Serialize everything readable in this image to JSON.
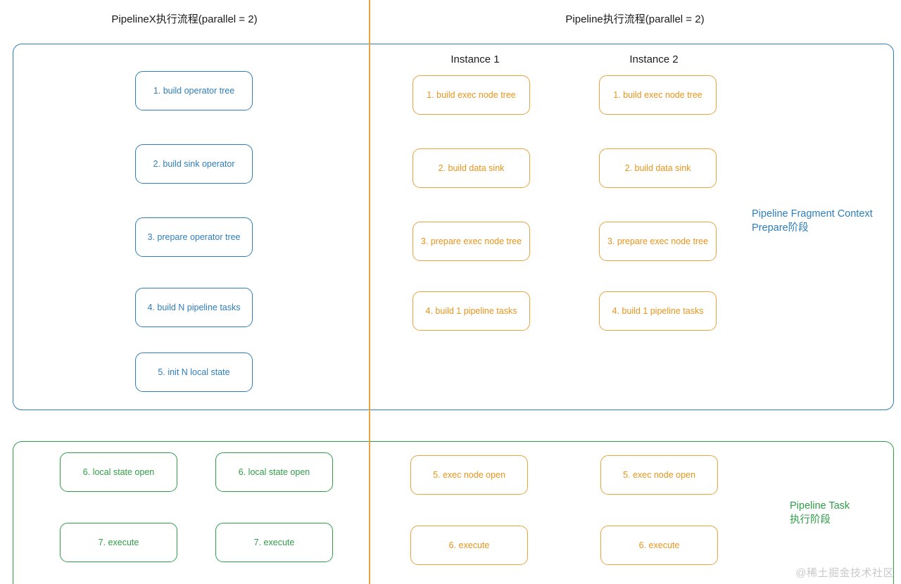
{
  "flows": {
    "left_title": "PipelineX执行流程(parallel = 2)",
    "right_title": "Pipeline执行流程(parallel = 2)"
  },
  "instances": [
    {
      "label": "Instance 1"
    },
    {
      "label": "Instance 2"
    }
  ],
  "prepare_phase": {
    "annotation_line1": "Pipeline Fragment Context",
    "annotation_line2": "Prepare阶段",
    "color": "#2E7EBB",
    "pipelinex_nodes": [
      {
        "label": "1. build operator tree"
      },
      {
        "label": "2. build sink operator"
      },
      {
        "label": "3. prepare operator tree"
      },
      {
        "label": "4. build N pipeline tasks"
      },
      {
        "label": "5. init N local state"
      }
    ],
    "instance1_nodes": [
      {
        "label": "1. build exec node tree"
      },
      {
        "label": "2. build data sink"
      },
      {
        "label": "3. prepare exec node tree"
      },
      {
        "label": "4. build 1 pipeline tasks"
      }
    ],
    "instance2_nodes": [
      {
        "label": "1. build exec node tree"
      },
      {
        "label": "2. build data sink"
      },
      {
        "label": "3. prepare exec node tree"
      },
      {
        "label": "4. build 1 pipeline tasks"
      }
    ]
  },
  "task_phase": {
    "annotation_line1": "Pipeline Task",
    "annotation_line2": "执行阶段",
    "color": "#2E9E46",
    "pipelinex_col1_nodes": [
      {
        "label": "6. local state open"
      },
      {
        "label": "7. execute"
      }
    ],
    "pipelinex_col2_nodes": [
      {
        "label": "6. local state open"
      },
      {
        "label": "7. execute"
      }
    ],
    "instance1_nodes": [
      {
        "label": "5. exec node open"
      },
      {
        "label": "6. execute"
      }
    ],
    "instance2_nodes": [
      {
        "label": "5. exec node open"
      },
      {
        "label": "6. execute"
      }
    ]
  },
  "watermark": "@稀土掘金技术社区"
}
